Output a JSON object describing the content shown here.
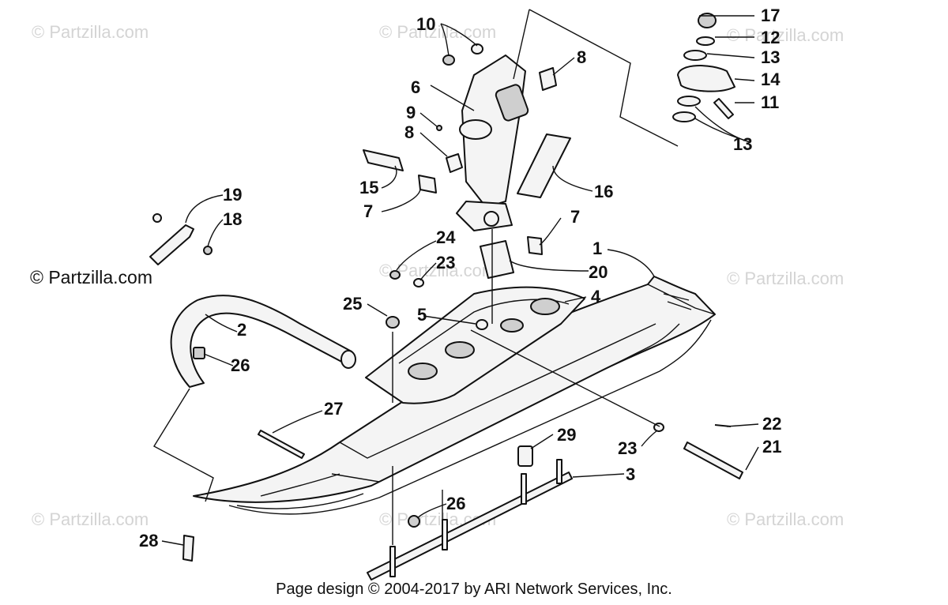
{
  "watermark": {
    "text": "© Partzilla.com",
    "main_text": "© Partzilla.com"
  },
  "footer": {
    "text": "Page design © 2004-2017 by ARI Network Services, Inc."
  },
  "callouts": {
    "p1": "1",
    "p2": "2",
    "p3": "3",
    "p4": "4",
    "p5": "5",
    "p6": "6",
    "p7a": "7",
    "p7b": "7",
    "p8a": "8",
    "p8b": "8",
    "p9": "9",
    "p10": "10",
    "p11": "11",
    "p12": "12",
    "p13a": "13",
    "p13b": "13",
    "p14": "14",
    "p15": "15",
    "p16": "16",
    "p17": "17",
    "p18": "18",
    "p19": "19",
    "p20": "20",
    "p21": "21",
    "p22": "22",
    "p23a": "23",
    "p23b": "23",
    "p24": "24",
    "p25": "25",
    "p26a": "26",
    "p26b": "26",
    "p27": "27",
    "p28": "28",
    "p29": "29"
  },
  "colors": {
    "ink": "#111111",
    "watermark": "#d4d4d4",
    "background": "#ffffff"
  }
}
